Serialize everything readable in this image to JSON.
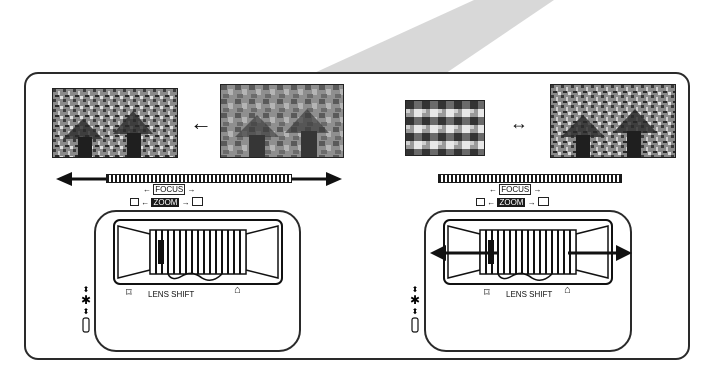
{
  "left": {
    "focus_label": "FOCUS",
    "zoom_label": "ZOOM",
    "arrow_left": "←",
    "arrow_right": "→",
    "lens_shift_label": "LENS SHIFT",
    "image_relation_symbol": "←"
  },
  "right": {
    "focus_label": "FOCUS",
    "zoom_label": "ZOOM",
    "arrow_left": "←",
    "arrow_right": "→",
    "lens_shift_label": "LENS SHIFT",
    "image_relation_symbol": "↔"
  },
  "icons": [
    "lightbeam-icon",
    "lock-icon",
    "projector-icon"
  ]
}
